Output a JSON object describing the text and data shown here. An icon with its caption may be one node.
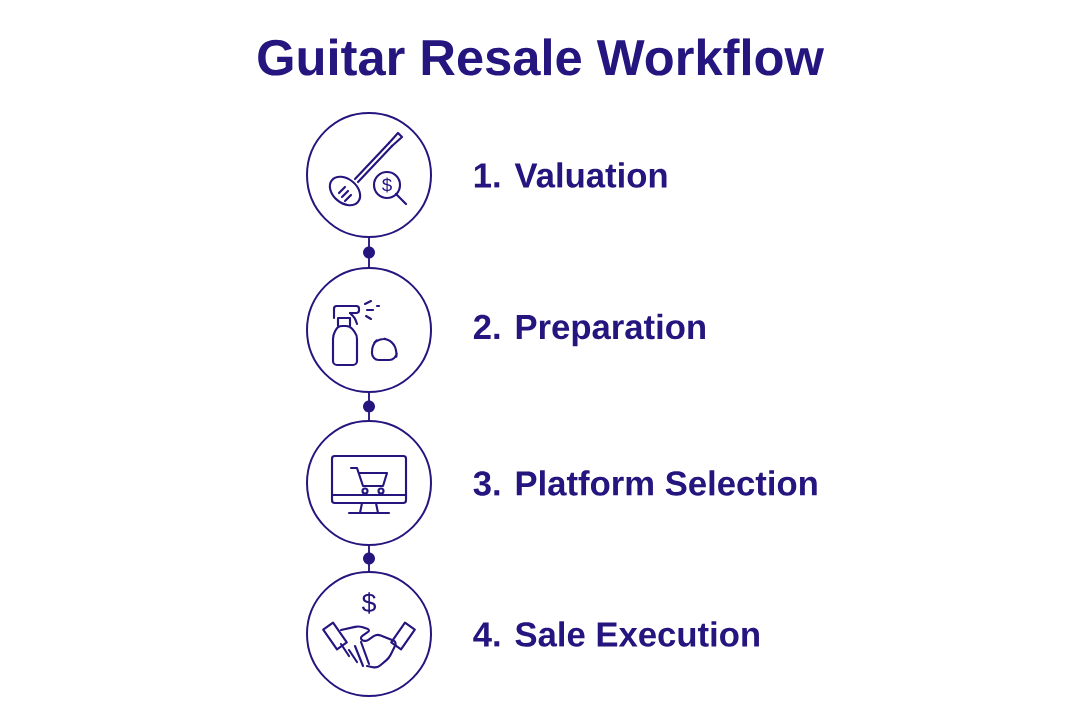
{
  "diagram": {
    "title": "Guitar Resale Workflow",
    "nodes": [
      {
        "text": [
          "1. Valuation"
        ]
      },
      {
        "text": [
          "2. Preparation"
        ]
      },
      {
        "text": [
          "3. Platform Selection"
        ]
      },
      {
        "text": [
          "4. Sale Execution"
        ]
      }
    ],
    "edges": [
      {
        "from": 0,
        "to": 1,
        "arrow": "none"
      },
      {
        "from": 1,
        "to": 2,
        "arrow": "none"
      },
      {
        "from": 2,
        "to": 3,
        "arrow": "none"
      }
    ],
    "labels": [
      "$",
      "$"
    ]
  }
}
